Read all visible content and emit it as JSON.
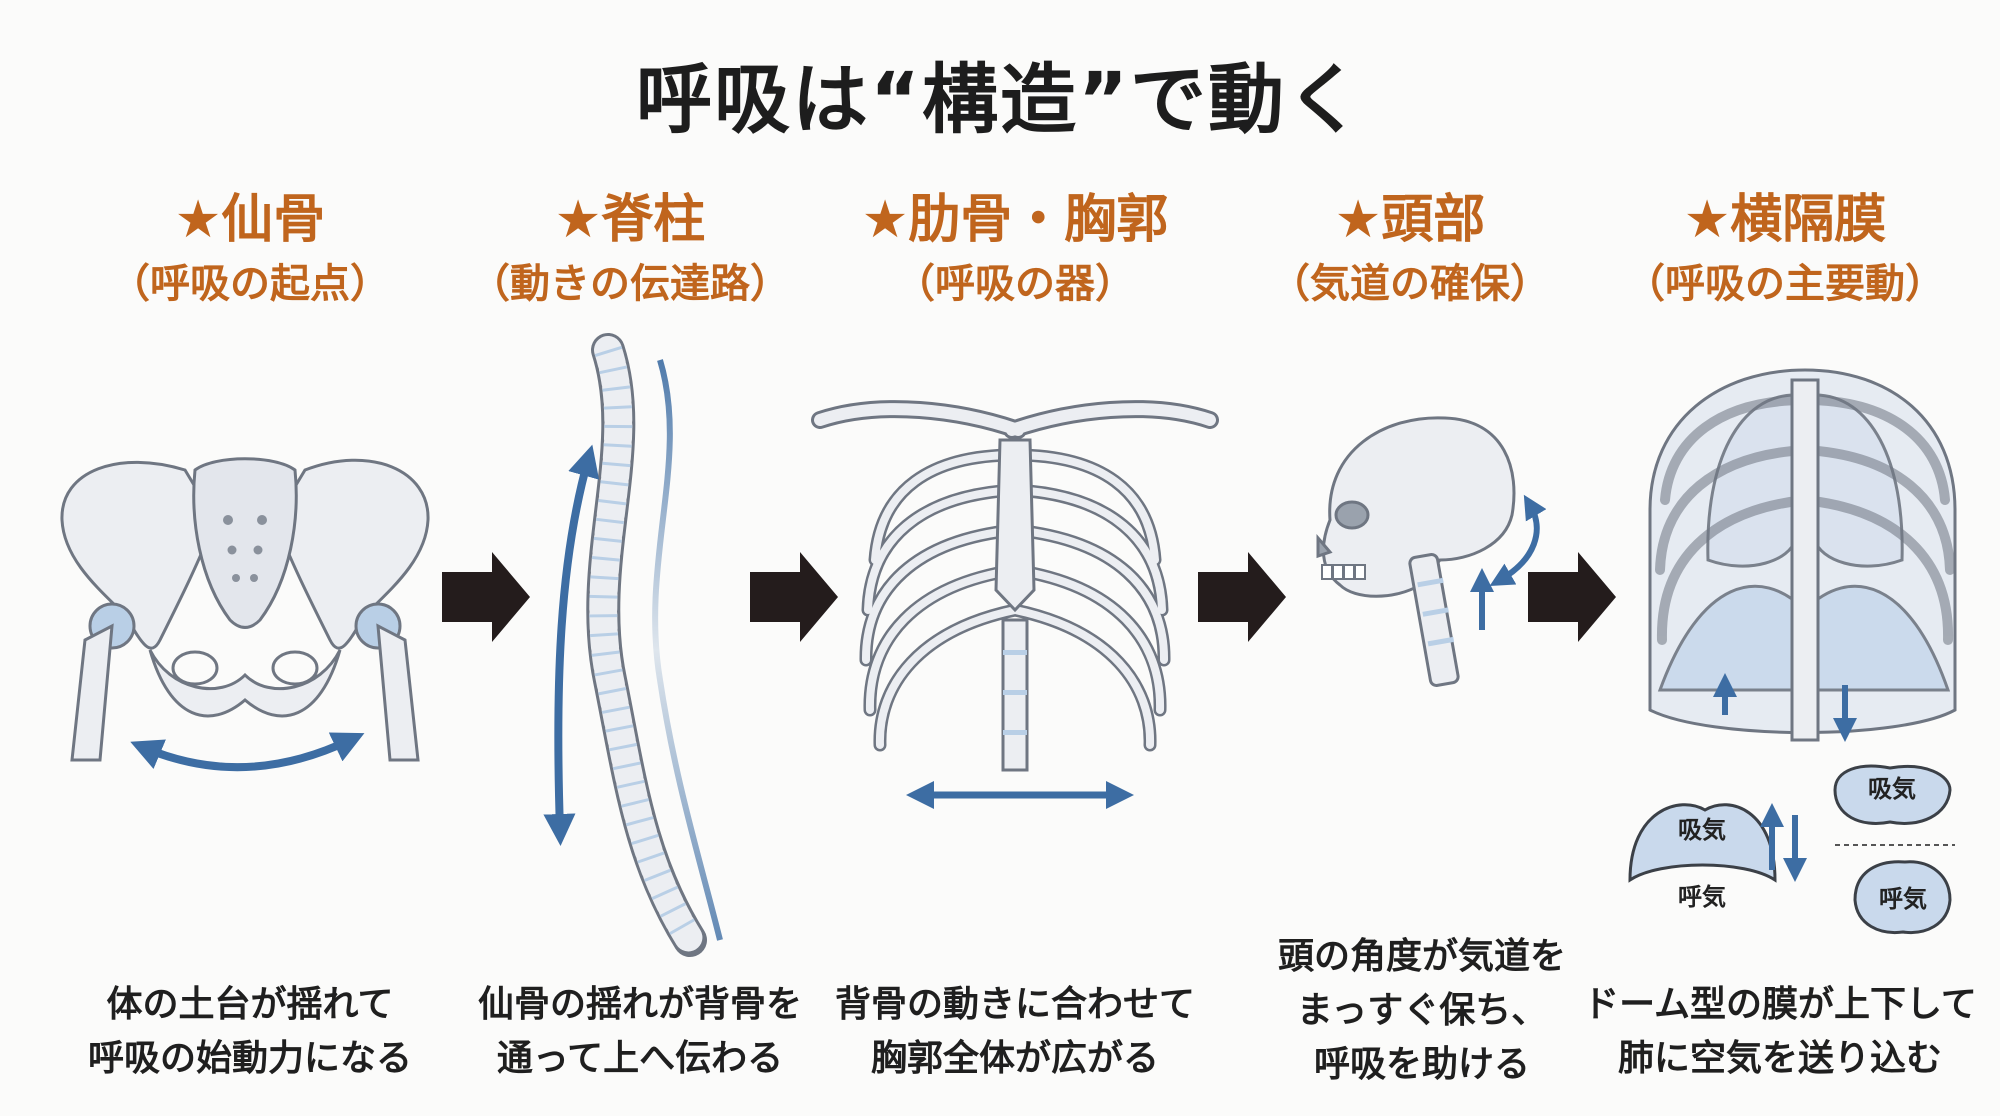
{
  "title": "呼吸は“構造”で動く",
  "columns": [
    {
      "heading": "★仙骨",
      "subheading": "（呼吸の起点）",
      "description": [
        "体の土台が揺れて",
        "呼吸の始動力になる"
      ]
    },
    {
      "heading": "★脊柱",
      "subheading": "（動きの伝達路）",
      "description": [
        "仙骨の揺れが背骨を",
        "通って上へ伝わる"
      ]
    },
    {
      "heading": "★肋骨・胸郭",
      "subheading": "（呼吸の器）",
      "description": [
        "背骨の動きに合わせて",
        "胸郭全体が広がる"
      ]
    },
    {
      "heading": "★頭部",
      "subheading": "（気道の確保）",
      "description": [
        "頭の角度が気道を",
        "まっすぐ保ち、",
        "呼吸を助ける"
      ]
    },
    {
      "heading": "★横隔膜",
      "subheading": "（呼吸の主要動）",
      "description": [
        "ドーム型の膜が上下して",
        "肺に空気を送り込む"
      ]
    }
  ],
  "diaphragm_labels": {
    "dome_inhale": "吸気",
    "dome_exhale": "呼気",
    "flat_inhale": "吸気",
    "flat_exhale": "呼気"
  },
  "colors": {
    "heading": "#c0651d",
    "text": "#1f1f1f",
    "arrow_main": "#241c1c",
    "motion_arrow": "#3d6da3",
    "bone": "#eceef2",
    "bone_outline": "#6f7682",
    "cartilage": "#b9cfe6",
    "membrane": "#c9d9ec"
  }
}
